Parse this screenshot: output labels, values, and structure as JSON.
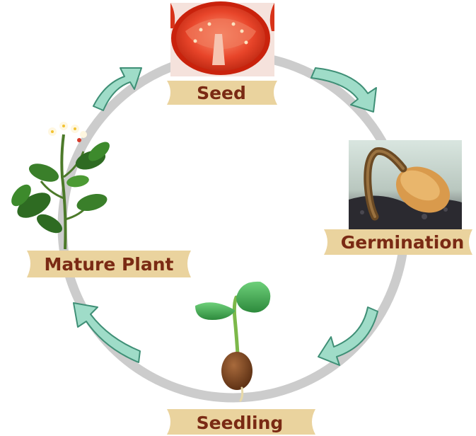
{
  "diagram": {
    "stages": [
      {
        "id": "seed",
        "label": "Seed",
        "icon": "tomato-slice-image"
      },
      {
        "id": "germination",
        "label": "Germination",
        "icon": "germinating-seed-image"
      },
      {
        "id": "seedling",
        "label": "Seedling",
        "icon": "seedling-sprout-image"
      },
      {
        "id": "mature",
        "label": "Mature Plant",
        "icon": "flowering-plant-image"
      }
    ],
    "colors": {
      "ring": "#cccccc",
      "arrow_fill": "#9fdcc8",
      "arrow_stroke": "#3f8f76",
      "banner": "#ead39e",
      "label_text": "#7a2a14"
    }
  }
}
